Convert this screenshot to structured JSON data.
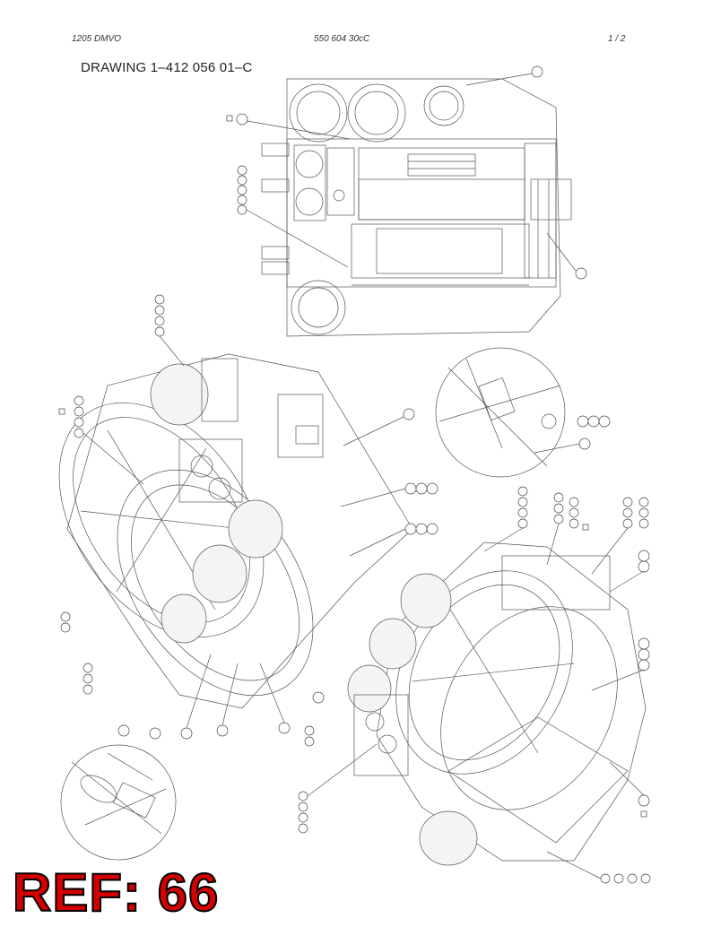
{
  "header": {
    "left": "1205 DMVO",
    "center": "550 604 30cC",
    "right": "1 /  2"
  },
  "drawing_title": "DRAWING 1–412 056 01–C",
  "ref_stamp": "REF: 66",
  "colors": {
    "line": "#555555",
    "ref_fill": "#d40000",
    "ref_outline": "#000000"
  }
}
